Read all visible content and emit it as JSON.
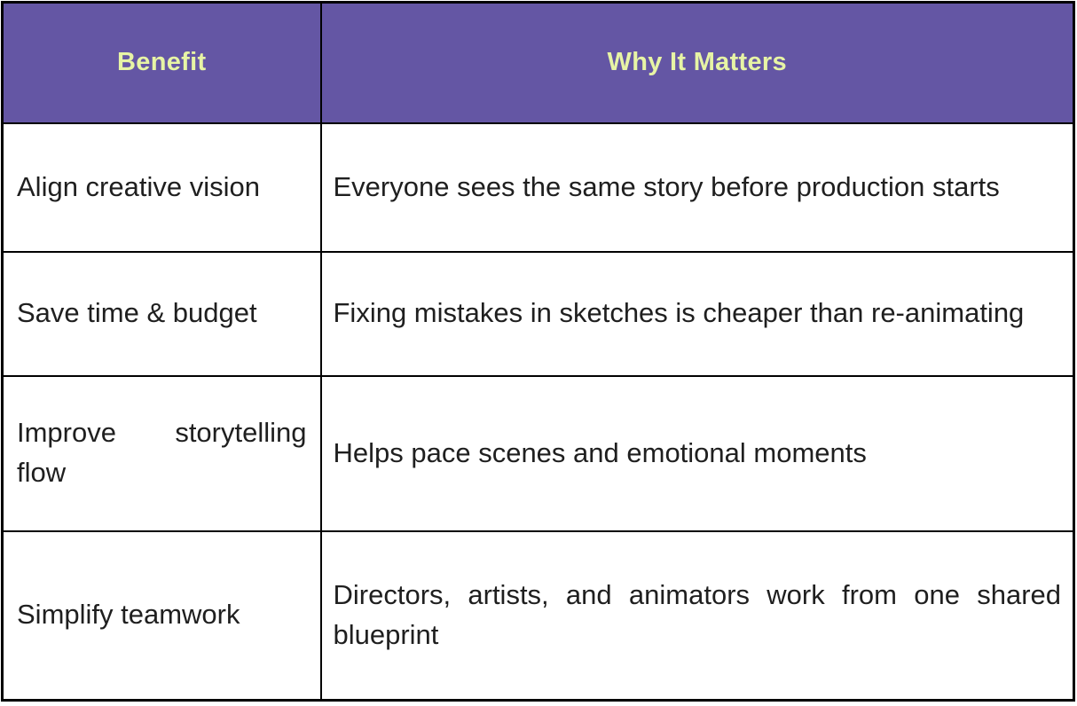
{
  "table": {
    "headers": [
      {
        "label": "Benefit"
      },
      {
        "label": "Why It Matters"
      }
    ],
    "rows": [
      {
        "benefit": "Align creative vision",
        "why": "Everyone sees the same story before production starts"
      },
      {
        "benefit": "Save time & budget",
        "why": "Fixing mistakes in sketches is cheaper than re-animating"
      },
      {
        "benefit": "Improve storytelling flow",
        "why": "Helps pace scenes and emotional moments"
      },
      {
        "benefit": "Simplify teamwork",
        "why": "Directors, artists, and animators work from one shared blueprint"
      }
    ],
    "colors": {
      "header_bg": "#6456A4",
      "header_text": "#E7F4A5",
      "body_text": "#1F1F1F",
      "border": "#000000",
      "page_bg": "#FFFFFF"
    }
  }
}
